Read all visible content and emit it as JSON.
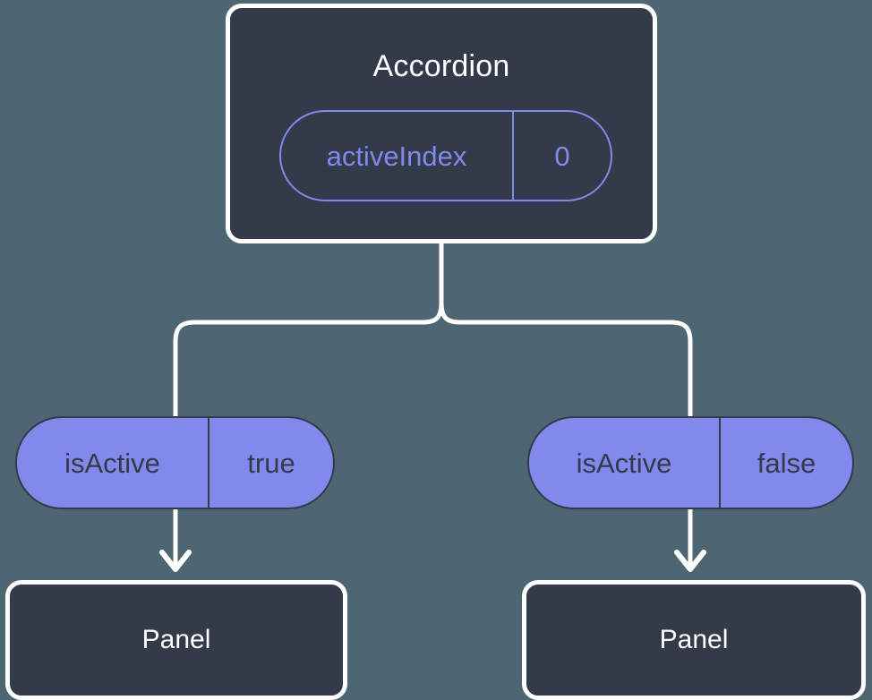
{
  "diagram": {
    "title_text": "Accordion",
    "background_color": "#4d6672",
    "node_color": "#333a49",
    "accent_color": "#8289ec",
    "line_color": "#ffffff"
  },
  "root": {
    "label": "Accordion",
    "state": {
      "key": "activeIndex",
      "value": "0"
    }
  },
  "branches": [
    {
      "prop": {
        "key": "isActive",
        "value": "true"
      },
      "child": {
        "label": "Panel"
      }
    },
    {
      "prop": {
        "key": "isActive",
        "value": "false"
      },
      "child": {
        "label": "Panel"
      }
    }
  ]
}
